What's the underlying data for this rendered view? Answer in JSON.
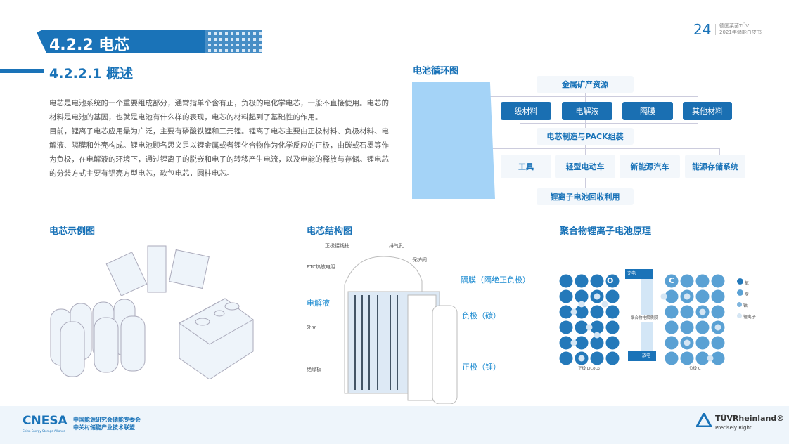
{
  "header": {
    "section_title": "4.2.2 电芯",
    "subsection_title": "4.2.2.1 概述",
    "page_number": "24",
    "publisher_line1": "德国莱茵TÜV",
    "publisher_line2": "2021年储能白皮书"
  },
  "overview": {
    "paragraphs": [
      "电芯是电池系统的一个重要组成部分，通常指单个含有正，负极的电化学电芯，一般不直接使用。电芯的材料是电池的基因，也就是电池有什么样的表现，电芯的材料起到了基础性的作用。",
      "目前，锂离子电芯应用最为广泛，主要有磷酸铁锂和三元锂。锂离子电芯主要由正极材料、负极材料、电解液、隔膜和外壳构成。锂电池顾名思义是以锂金属或者锂化合物作为化学反应的正极，由碳或石墨等作为负极，在电解液的环境下，通过锂离子的脱嵌和电子的转移产生电流，以及电能的释放与存储。锂电芯的分装方式主要有铝壳方型电芯，软包电芯，圆柱电芯。"
    ]
  },
  "cycle": {
    "title": "电池循环图",
    "top": "金属矿产资源",
    "materials": [
      "级材料",
      "电解液",
      "隔膜",
      "其他材料"
    ],
    "manufacture": "电芯制造与PACK组装",
    "applications": [
      "工具",
      "轻型电动车",
      "新能源汽车",
      "能源存储系统"
    ],
    "recycle": "锂离子电池回收利用"
  },
  "examples": {
    "title": "电芯示例图"
  },
  "structure": {
    "title": "电芯结构图",
    "labels": {
      "terminal": "正极接线柱",
      "vent": "排气孔",
      "valve": "保护阀",
      "ptc": "PTC热敏电阻",
      "separator": "隔膜（隔绝正负极）",
      "electrolyte": "电解液",
      "anode": "负极（碳）",
      "shell": "外壳",
      "insulator": "绝缘板",
      "cathode": "正极（锂）"
    }
  },
  "principle": {
    "title": "聚合物锂离子电池原理",
    "charge": "充电",
    "discharge": "放电",
    "membrane": "聚合物电解质膜",
    "cathode_label": "正极 LiCoO₂",
    "anode_label": "负极 C",
    "o_symbol": "O",
    "c_symbol": "C",
    "legend": [
      "氧",
      "炭",
      "钴",
      "锂离子"
    ]
  },
  "footer": {
    "cnesa": "CNESA",
    "cnesa_sub": "China Energy Storage Alliance",
    "org1": "中国能源研究会储能专委会",
    "org2": "中关村储能产业技术联盟",
    "tuv": "TÜVRheinland®",
    "tagline": "Precisely Right."
  },
  "colors": {
    "brand": "#1a73b8",
    "light": "#a4d3f7"
  }
}
